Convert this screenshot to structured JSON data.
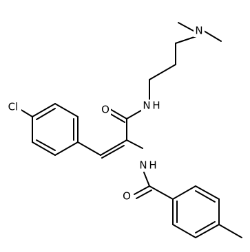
{
  "molecule": {
    "atoms": {
      "cl": "Cl",
      "n_dimethyl": "N",
      "n_amide_top": "N",
      "n_amide_bottom": "N",
      "o_top": "O",
      "o_bottom": "O"
    },
    "hydrogens": {
      "n_amide_top": "H",
      "n_amide_bottom": "H"
    },
    "colors": {
      "bond": "#000000",
      "label": "#000000",
      "background": "#ffffff"
    }
  }
}
